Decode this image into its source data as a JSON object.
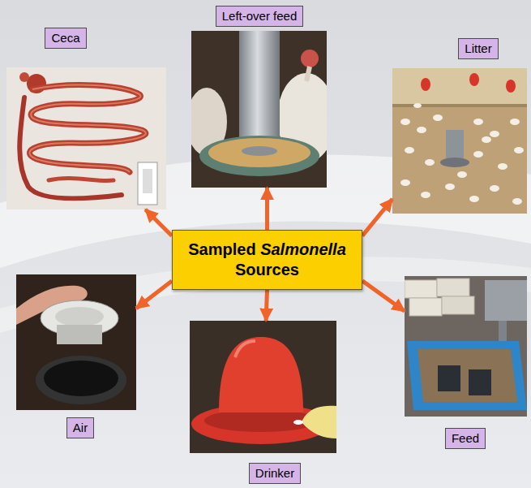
{
  "diagram": {
    "nodes": [
      {
        "text": [
          "Ceca"
        ]
      },
      {
        "text": [
          "Left-over feed"
        ]
      },
      {
        "text": [
          "Litter"
        ]
      },
      {
        "text": [
          "Sampled Salmonella Sources"
        ]
      },
      {
        "text": [
          "Air"
        ]
      },
      {
        "text": [
          "Drinker"
        ]
      },
      {
        "text": [
          "Feed"
        ]
      }
    ],
    "edges": [
      {
        "from": 3,
        "to": 0,
        "arrow": "to"
      },
      {
        "from": 3,
        "to": 1,
        "arrow": "to"
      },
      {
        "from": 3,
        "to": 2,
        "arrow": "to"
      },
      {
        "from": 3,
        "to": 4,
        "arrow": "to"
      },
      {
        "from": 3,
        "to": 5,
        "arrow": "to"
      },
      {
        "from": 3,
        "to": 6,
        "arrow": "to"
      }
    ]
  }
}
